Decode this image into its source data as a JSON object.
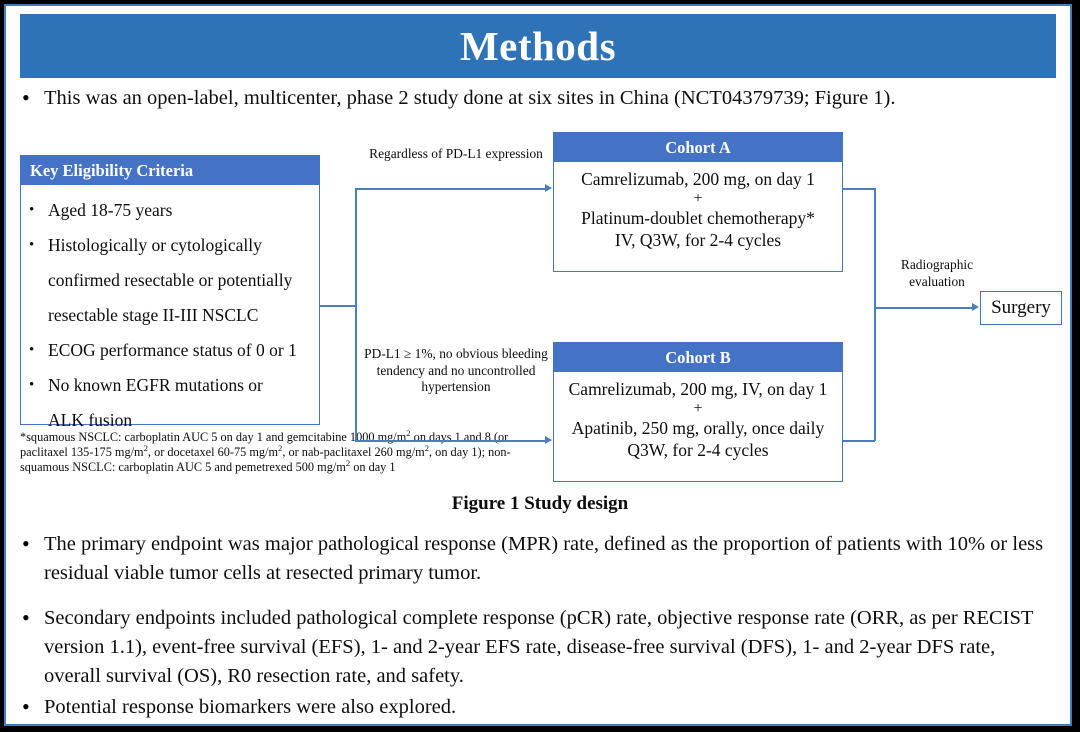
{
  "slide": {
    "title": "Methods",
    "accent_header": "#2e73b8",
    "accent_box": "#4472c4",
    "border": "#3f7ec4"
  },
  "intro": {
    "bullet": "•",
    "text": "This was an open-label, multicenter, phase 2 study done at six sites in China (NCT04379739; Figure 1)."
  },
  "diagram": {
    "eligibility": {
      "header": "Key  Eligibility Criteria",
      "bullet": "•",
      "items": [
        "Aged 18-75 years",
        "Histologically or cytologically",
        "confirmed resectable or potentially",
        "resectable stage II-III  NSCLC",
        "ECOG performance status of 0 or 1",
        "No known EGFR mutations or",
        "ALK fusion"
      ],
      "bulleted_flags": [
        true,
        true,
        false,
        false,
        true,
        true,
        false
      ]
    },
    "footnote": {
      "line1_a": "*squamous NSCLC: carboplatin AUC 5 on day 1 and gemcitabine 1000 mg/m",
      "line1_sup": "2",
      "line1_b": " on days 1 and 8 (or",
      "line2_a": "paclitaxel 135-175 mg/m",
      "line2_sup1": "2",
      "line2_b": ", or docetaxel 60-75 mg/m",
      "line2_sup2": "2",
      "line2_c": ", or nab-paclitaxel 260 mg/m",
      "line2_sup3": "2",
      "line2_d": ", on day 1); non-",
      "line3_a": "squamous NSCLC: carboplatin AUC 5 and pemetrexed 500 mg/m",
      "line3_sup": "2",
      "line3_b": " on day 1"
    },
    "label_top": "Regardless of PD-L1 expression",
    "label_bottom": "PD-L1 ≥ 1%, no obvious bleeding tendency and no uncontrolled hypertension",
    "label_radiographic": "Radiographic evaluation",
    "cohort_a": {
      "header": "Cohort A",
      "line1": "Camrelizumab, 200 mg, on day 1",
      "plus": "+",
      "line2": "Platinum-doublet chemotherapy*",
      "line3": "IV, Q3W, for 2-4 cycles"
    },
    "cohort_b": {
      "header": "Cohort B",
      "line1": "Camrelizumab, 200 mg, IV, on day 1",
      "plus": "+",
      "line2": "Apatinib, 250 mg, orally, once daily",
      "line3": "Q3W, for 2-4 cycles"
    },
    "surgery": "Surgery",
    "caption": "Figure 1 Study design"
  },
  "endpoints": {
    "bullet": "•",
    "primary": "The primary endpoint was major pathological response (MPR) rate, defined as the proportion of patients with 10% or less residual viable tumor cells at resected primary tumor.",
    "secondary": "Secondary endpoints included pathological complete response (pCR) rate, objective response rate (ORR, as per RECIST version 1.1), event-free survival (EFS), 1- and 2-year EFS rate, disease-free survival (DFS), 1- and 2-year DFS rate, overall survival (OS), R0 resection rate, and safety.",
    "biomarker": "Potential response biomarkers were also explored."
  }
}
